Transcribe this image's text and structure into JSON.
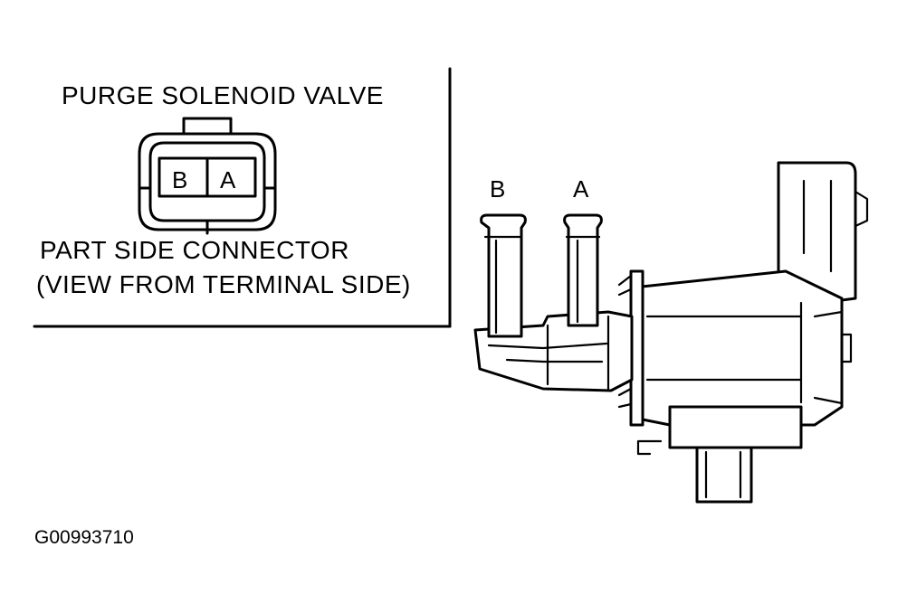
{
  "inset": {
    "title": "PURGE SOLENOID VALVE",
    "connector_pins": [
      "B",
      "A"
    ],
    "caption_line1": "PART SIDE CONNECTOR",
    "caption_line2": "(VIEW FROM TERMINAL SIDE)"
  },
  "valve": {
    "port_labels": [
      "B",
      "A"
    ]
  },
  "figure_code": "G00993710"
}
